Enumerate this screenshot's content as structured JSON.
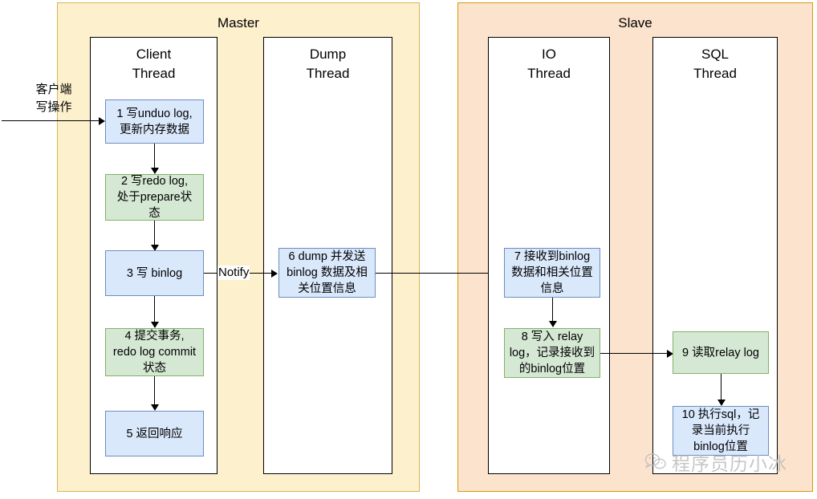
{
  "diagram": {
    "title": "MySQL Master-Slave Replication Flow",
    "colors": {
      "master_fill": "#fdf0cd",
      "master_stroke": "#d6b656",
      "slave_fill": "#fce3ce",
      "slave_stroke": "#d79b00",
      "blue_fill": "#dae8fc",
      "blue_stroke": "#6c8ebf",
      "green_fill": "#d5e8d4",
      "green_stroke": "#82b366",
      "panel_fill": "#ffffff",
      "panel_stroke": "#000000",
      "watermark": "#bdbdbd"
    }
  },
  "groups": [
    {
      "id": "master",
      "label": "Master"
    },
    {
      "id": "slave",
      "label": "Slave"
    }
  ],
  "panels": [
    {
      "id": "client-thread",
      "label": "Client\nThread"
    },
    {
      "id": "dump-thread",
      "label": "Dump\nThread"
    },
    {
      "id": "io-thread",
      "label": "IO\nThread"
    },
    {
      "id": "sql-thread",
      "label": "SQL\nThread"
    }
  ],
  "entry_label": "客户端\n写操作",
  "edge_labels": {
    "notify": "Notify"
  },
  "steps": [
    {
      "id": "step-1",
      "number": "1",
      "text": "1 写unduo log,\n更新内存数据",
      "color": "blue",
      "panel": "client-thread"
    },
    {
      "id": "step-2",
      "number": "2",
      "text": "2 写redo log,\n处于prepare状\n态",
      "color": "green",
      "panel": "client-thread"
    },
    {
      "id": "step-3",
      "number": "3",
      "text": "3 写 binlog",
      "color": "blue",
      "panel": "client-thread"
    },
    {
      "id": "step-4",
      "number": "4",
      "text": "4 提交事务,\nredo log commit\n状态",
      "color": "green",
      "panel": "client-thread"
    },
    {
      "id": "step-5",
      "number": "5",
      "text": "5 返回响应",
      "color": "blue",
      "panel": "client-thread"
    },
    {
      "id": "step-6",
      "number": "6",
      "text": "6 dump 并发送\nbinlog 数据及相\n关位置信息",
      "color": "blue",
      "panel": "dump-thread"
    },
    {
      "id": "step-7",
      "number": "7",
      "text": "7 接收到binlog\n数据和相关位置\n信息",
      "color": "blue",
      "panel": "io-thread"
    },
    {
      "id": "step-8",
      "number": "8",
      "text": "8 写入 relay\nlog，记录接收到\n的binlog位置",
      "color": "green",
      "panel": "io-thread"
    },
    {
      "id": "step-9",
      "number": "9",
      "text": "9 读取relay log",
      "color": "green",
      "panel": "sql-thread"
    },
    {
      "id": "step-10",
      "number": "10",
      "text": "10 执行sql，记\n录当前执行\nbinlog位置",
      "color": "blue",
      "panel": "sql-thread"
    }
  ],
  "watermark": {
    "text": "程序员历小冰",
    "icon": "wechat-icon"
  }
}
